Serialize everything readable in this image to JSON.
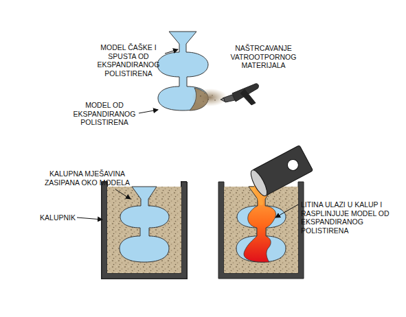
{
  "diagram": {
    "labels": [
      "MODEL ČAŠKE I SPUSTA OD EKSPANDIRANOG POLISTIRENA",
      "NAŠTRCAVANJE VATROOTPORNOG MATERIJALA",
      "MODEL OD EKSPANDIRANOG POLISTIRENA",
      "KALUPNA MJEŠAVINA ZASIPANA OKO MODELA",
      "KALUPNIK",
      "LITINA ULAZI U KALUP I RASPLINJUJE MODEL OD EKSPANDIRANOG POLISTIRENA"
    ]
  }
}
